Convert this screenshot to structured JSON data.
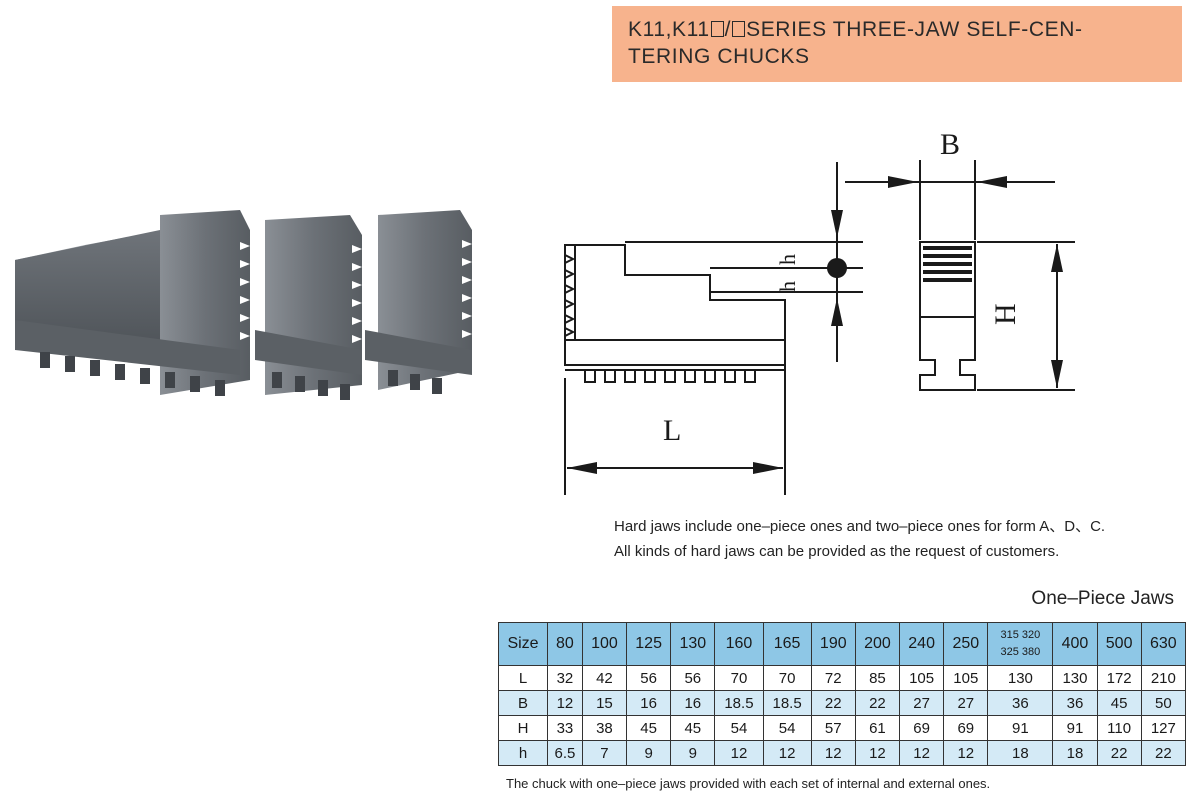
{
  "header": {
    "title_prefix": "K11,K11",
    "title_slash": "/",
    "title_rest": "SERIES THREE-JAW SELF-CEN-",
    "title_line2": "TERING CHUCKS"
  },
  "drawing": {
    "label_b": "B",
    "label_l": "L",
    "label_h_upper": "H",
    "label_h_small_1": "h",
    "label_h_small_2": "h"
  },
  "notes": {
    "line1": "Hard jaws include one–piece ones and two–piece ones for form A、D、C.",
    "line2": "All kinds of hard jaws can be provided as the request of customers."
  },
  "table": {
    "caption": "One–Piece Jaws",
    "header_label": "Size",
    "sizes": [
      "80",
      "100",
      "125",
      "130",
      "160",
      "165",
      "190",
      "200",
      "240",
      "250"
    ],
    "stack_top": "315 320",
    "stack_bottom": "325 380",
    "sizes_tail": [
      "400",
      "500",
      "630"
    ],
    "rows": [
      {
        "label": "L",
        "values": [
          "32",
          "42",
          "56",
          "56",
          "70",
          "70",
          "72",
          "85",
          "105",
          "105",
          "130",
          "130",
          "172",
          "210"
        ]
      },
      {
        "label": "B",
        "values": [
          "12",
          "15",
          "16",
          "16",
          "18.5",
          "18.5",
          "22",
          "22",
          "27",
          "27",
          "36",
          "36",
          "45",
          "50"
        ]
      },
      {
        "label": "H",
        "values": [
          "33",
          "38",
          "45",
          "45",
          "54",
          "54",
          "57",
          "61",
          "69",
          "69",
          "91",
          "91",
          "110",
          "127"
        ]
      },
      {
        "label": "h",
        "values": [
          "6.5",
          "7",
          "9",
          "9",
          "12",
          "12",
          "12",
          "12",
          "12",
          "12",
          "18",
          "18",
          "22",
          "22"
        ]
      }
    ]
  },
  "footnote": "The chuck with one–piece jaws provided with each set of internal and external ones."
}
